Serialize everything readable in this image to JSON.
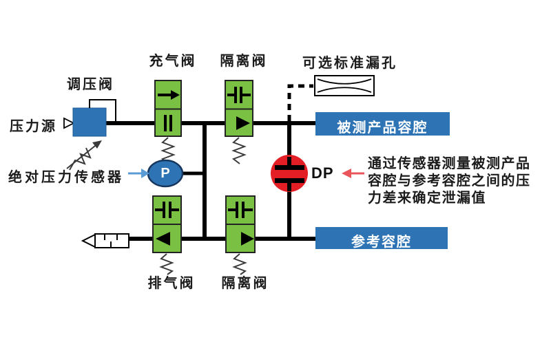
{
  "labels": {
    "regulator": "调压阀",
    "pressure_source": "压力源",
    "charge_valve": "充气阀",
    "isolation_valve_top": "隔离阀",
    "optional_standard_leak": "可选标准漏孔",
    "test_chamber": "被测产品容腔",
    "absolute_pressure_sensor": "绝对压力传感器",
    "p_sensor": "P",
    "dp_sensor": "DP",
    "reference_chamber": "参考容腔",
    "exhaust_valve": "排气阀",
    "isolation_valve_bottom": "隔离阀",
    "annotation_line1": "通过传感器测量被测产品",
    "annotation_line2": "容腔与参考容腔之间的压",
    "annotation_line3": "力差来确定泄漏值"
  },
  "colors": {
    "valve_green": "#7AC143",
    "chamber_blue": "#2E74B5",
    "sensor_blue": "#2E74B5",
    "sensor_blue_border": "#17365D",
    "dp_red": "#E31E24",
    "annotation_arrow_red": "#E8555A",
    "sensor_arrow_blue": "#5B9BD5",
    "line_black": "#000000"
  }
}
